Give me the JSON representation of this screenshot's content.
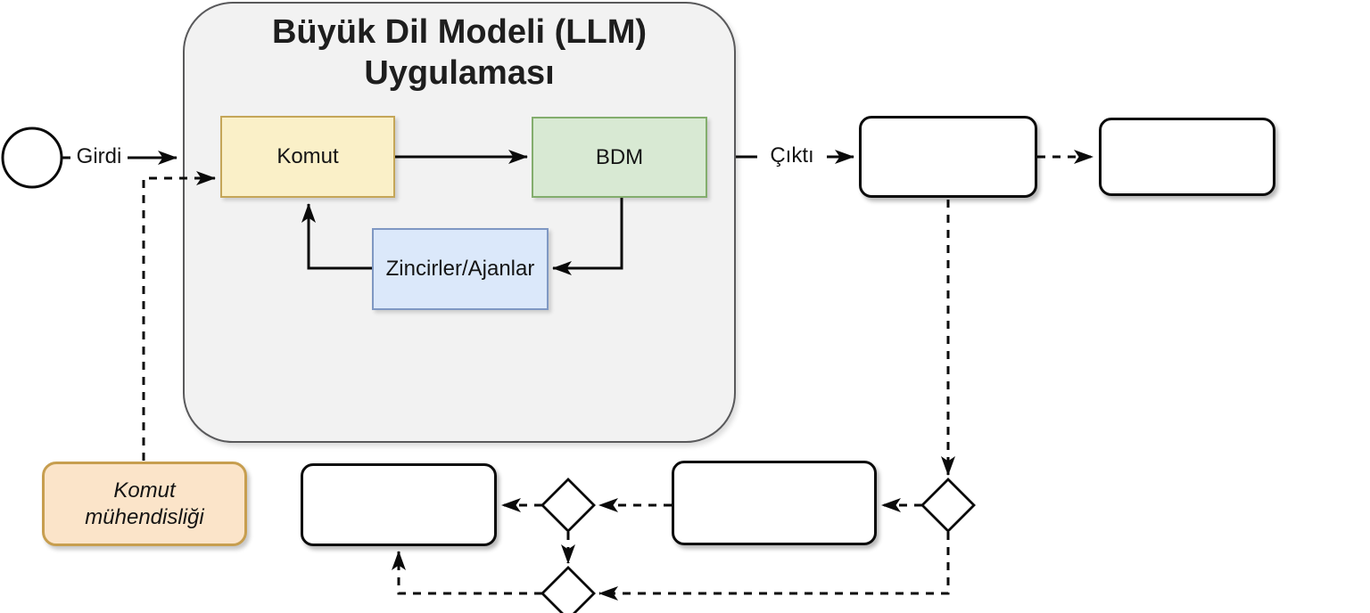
{
  "container": {
    "title": "Büyük Dil Modeli (LLM) Uygulaması"
  },
  "nodes": {
    "start_circle": {
      "shape": "circle",
      "label": ""
    },
    "komut": {
      "label": "Komut",
      "fill": "#FAF0C8",
      "border": "#C5A658"
    },
    "bdm": {
      "label": "BDM",
      "fill": "#D8E9D3",
      "border": "#83AD6D"
    },
    "zincirler_ajanlar": {
      "label": "Zincirler/Ajanlar",
      "fill": "#DBE8FA",
      "border": "#7F98C3"
    },
    "komut_muhendisligi": {
      "label": "Komut mühendisliği",
      "fill": "#FBE4C9",
      "border": "#C79E4F"
    },
    "output_box_1": {
      "label": ""
    },
    "output_box_2": {
      "label": ""
    },
    "process_box_left": {
      "label": ""
    },
    "process_box_middle": {
      "label": ""
    },
    "decision_diamond_right": {
      "label": ""
    },
    "decision_diamond_left": {
      "label": ""
    },
    "decision_diamond_bottom": {
      "label": ""
    }
  },
  "edge_labels": {
    "girdi": "Girdi",
    "cikti": "Çıktı"
  },
  "colors": {
    "container_fill": "#F2F2F2",
    "container_border": "#59595B",
    "line": "#0A0A0A",
    "background": "#FFFFFF"
  }
}
